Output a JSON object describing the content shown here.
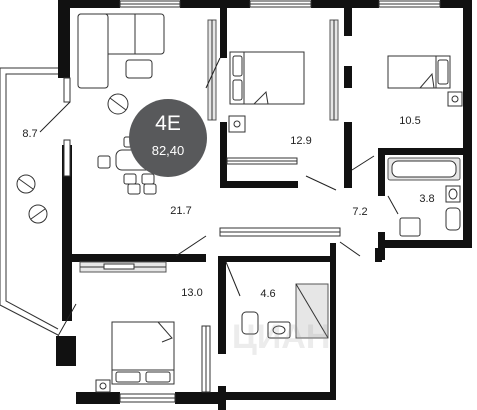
{
  "apartment": {
    "code": "4E",
    "total_area": "82,40"
  },
  "rooms": {
    "balcony": {
      "area": "8.7"
    },
    "living_kitchen": {
      "area": "21.7"
    },
    "bedroom_top": {
      "area": "12.9"
    },
    "bedroom_right": {
      "area": "10.5"
    },
    "bathroom_right": {
      "area": "3.8"
    },
    "hallway": {
      "area": "7.2"
    },
    "bedroom_bottom": {
      "area": "13.0"
    },
    "bathroom_bottom": {
      "area": "4.6"
    }
  },
  "watermark": {
    "text": "ЦИАН"
  },
  "colors": {
    "walls": "#111111",
    "badge": "#58595b",
    "fixtures": "#e6e6e6"
  }
}
